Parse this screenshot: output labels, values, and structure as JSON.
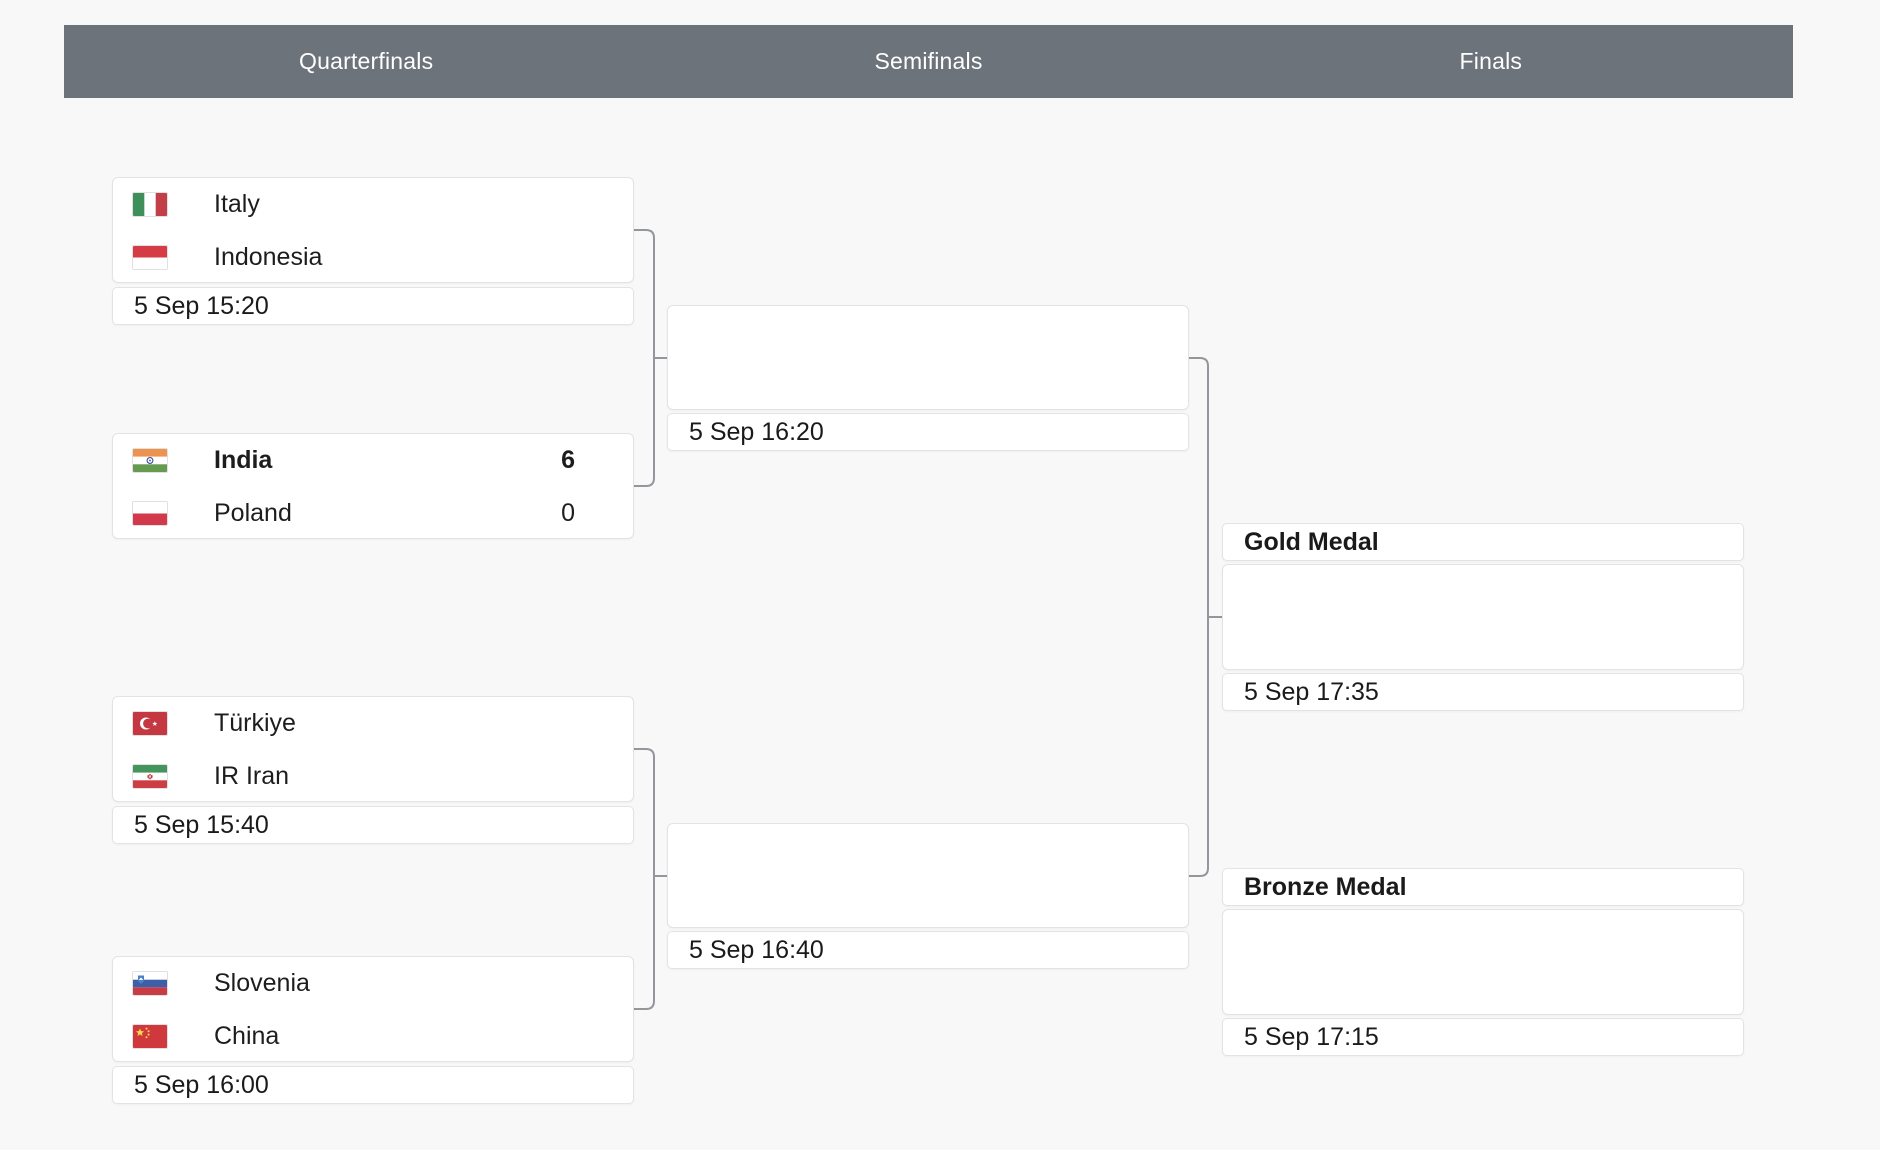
{
  "header": {
    "columns": [
      {
        "label": "Quarterfinals"
      },
      {
        "label": "Semifinals"
      },
      {
        "label": "Finals"
      }
    ]
  },
  "bracket": {
    "quarterfinals": [
      {
        "team1": {
          "name": "Italy",
          "flag": "italy"
        },
        "team2": {
          "name": "Indonesia",
          "flag": "indonesia"
        },
        "date": "5 Sep 15:20"
      },
      {
        "team1": {
          "name": "India",
          "flag": "india",
          "score": "6",
          "winner": true
        },
        "team2": {
          "name": "Poland",
          "flag": "poland",
          "score": "0"
        }
      },
      {
        "team1": {
          "name": "Türkiye",
          "flag": "turkiye"
        },
        "team2": {
          "name": "IR Iran",
          "flag": "iran"
        },
        "date": "5 Sep 15:40"
      },
      {
        "team1": {
          "name": "Slovenia",
          "flag": "slovenia"
        },
        "team2": {
          "name": "China",
          "flag": "china"
        },
        "date": "5 Sep 16:00"
      }
    ],
    "semifinals": [
      {
        "date": "5 Sep 16:20"
      },
      {
        "date": "5 Sep 16:40"
      }
    ],
    "finals": [
      {
        "title": "Gold Medal",
        "date": "5 Sep 17:35"
      },
      {
        "title": "Bronze Medal",
        "date": "5 Sep 17:15"
      }
    ]
  },
  "colors": {
    "header_background": "#6d737b",
    "header_text": "#ffffff",
    "connector": "#93979c",
    "page_background": "#f8f8f8",
    "box_border": "#e3e3e5"
  }
}
